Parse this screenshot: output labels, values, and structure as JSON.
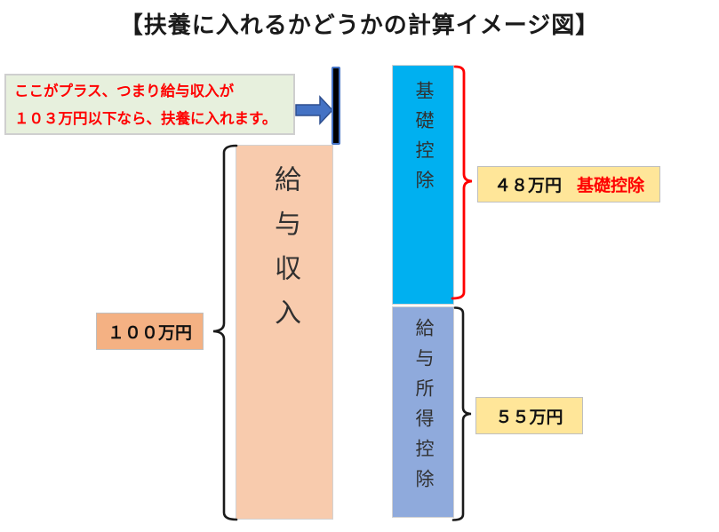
{
  "title": "【扶養に入れるかどうかの計算イメージ図】",
  "callout": {
    "line1": "ここがプラス、つまり給与収入が",
    "line2": "１０３万円以下なら、扶養に入れます。",
    "text_color": "#ff0000",
    "bg_color": "#e7f0dd"
  },
  "bars": {
    "salary_income": {
      "label": "給与収入",
      "color": "#f8cbad"
    },
    "basic_deduction": {
      "label": "基礎控除",
      "color": "#00b0f0"
    },
    "salary_income_deduction": {
      "label": "給与所得控除",
      "color": "#8faadc"
    }
  },
  "labels": {
    "salary_amount": "１００万円",
    "basic_deduction_amount": "４８万円",
    "basic_deduction_name": "基礎控除",
    "salary_deduction_amount": "５５万円"
  },
  "colors": {
    "arrow_blue": "#4472c4",
    "brace_red": "#ff0000",
    "brace_black": "#1a1a1a",
    "amount_box_orange": "#f4b183",
    "amount_box_yellow": "#ffe699"
  }
}
